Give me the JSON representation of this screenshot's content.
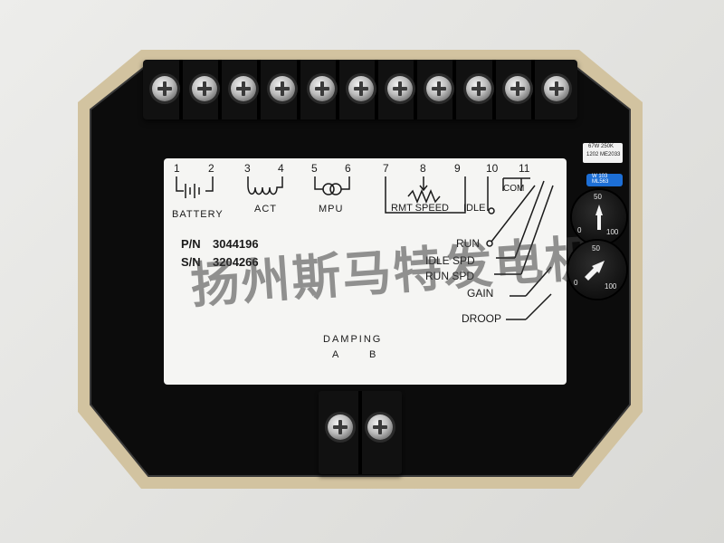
{
  "terminals": {
    "numbers": [
      "1",
      "2",
      "3",
      "4",
      "5",
      "6",
      "7",
      "8",
      "9",
      "10",
      "11"
    ]
  },
  "labels": {
    "battery": "BATTERY",
    "act": "ACT",
    "mpu": "MPU",
    "rmt_speed": "RMT SPEED",
    "idle": "IDLE",
    "com": "COM",
    "run": "RUN",
    "idle_spd": "IDLE SPD",
    "run_spd": "RUN SPD",
    "gain": "GAIN",
    "droop": "DROOP",
    "damping": "DAMPING",
    "damping_a": "A",
    "damping_b": "B"
  },
  "part": {
    "pn_label": "P/N",
    "pn_value": "3044196",
    "sn_label": "S/N",
    "sn_value": "3204266"
  },
  "watermark": "扬州斯马特发电机",
  "pots": {
    "gain_scale_top": "50",
    "gain_scale_left": "0",
    "gain_scale_right": "100",
    "droop_scale_top": "50",
    "droop_scale_left": "0",
    "droop_scale_right": "100"
  },
  "trim": {
    "line1": "67W 250K",
    "line2": "1202 ME2033",
    "blue_line1": "W 103",
    "blue_line2": "ML563"
  },
  "colors": {
    "housing": "#d2c3a0",
    "body": "#0c0c0c",
    "panel": "#f5f5f3",
    "trim_blue": "#1d6fd6"
  }
}
